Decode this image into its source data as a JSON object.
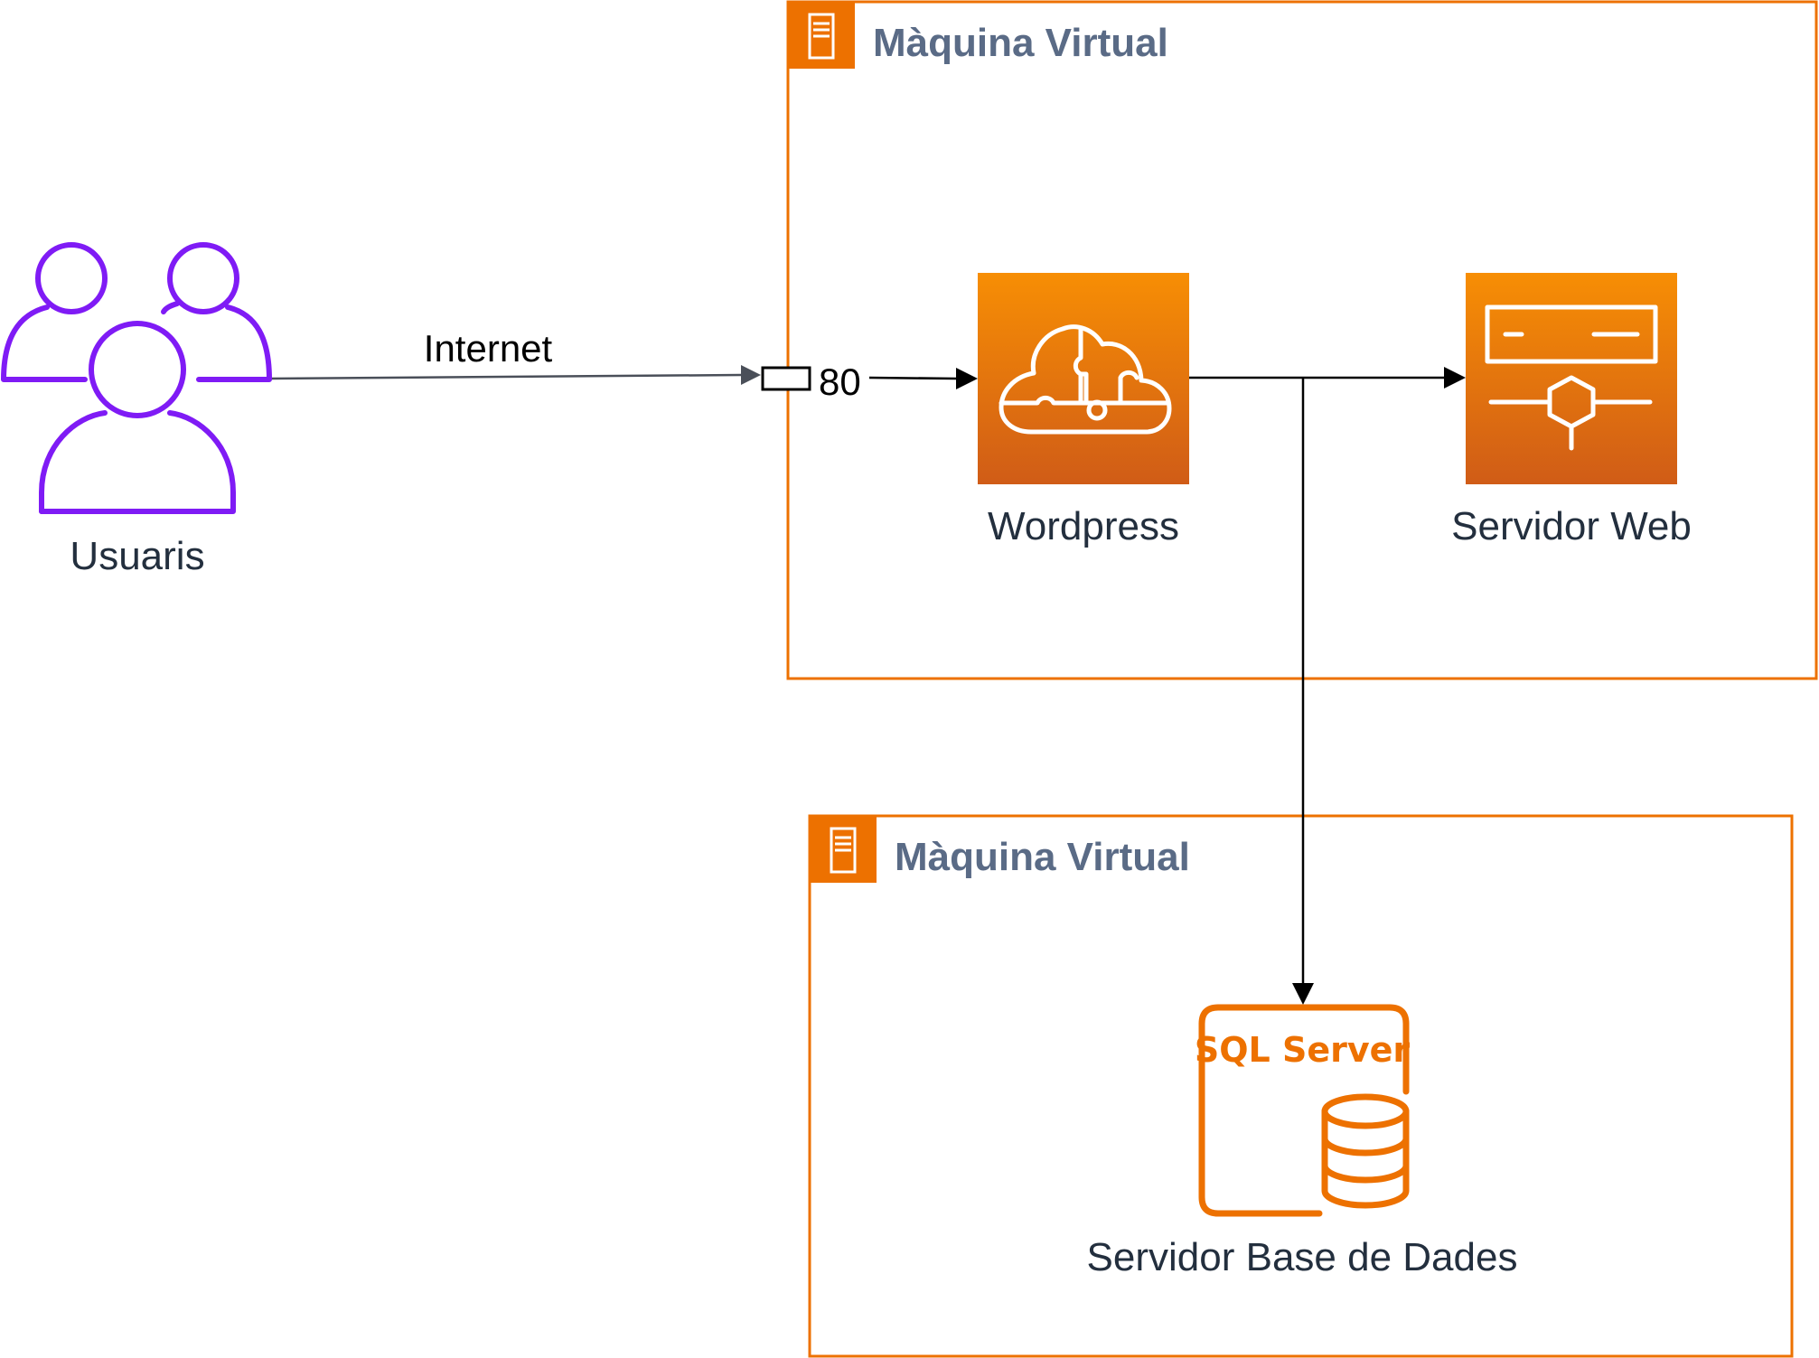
{
  "colors": {
    "aws_orange": "#ED7100",
    "aws_orange_light": "#F58A0E",
    "aws_orange_dark": "#D45B1C",
    "vm_title": "#5A6B86",
    "users_purple": "#7F1BF5",
    "line_black": "#000000",
    "line_gray": "#4A4F59"
  },
  "vm_top": {
    "title": "Màquina Virtual"
  },
  "vm_bottom": {
    "title": "Màquina Virtual"
  },
  "users": {
    "label": "Usuaris",
    "icon": "users-group-icon"
  },
  "internet_link": {
    "label": "Internet"
  },
  "port": {
    "label": "80"
  },
  "wordpress": {
    "label": "Wordpress",
    "icon": "cloud-puzzle-icon"
  },
  "web_server": {
    "label": "Servidor Web",
    "icon": "server-network-icon"
  },
  "db_server": {
    "label": "Servidor Base de Dades",
    "badge": "SQL Server",
    "icon": "sql-server-database-icon"
  }
}
